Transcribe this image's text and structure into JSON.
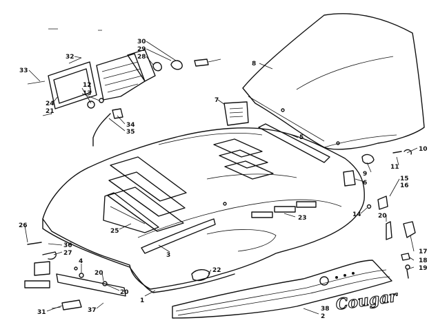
{
  "diagram": {
    "brand_decal_text": "Cougar",
    "callouts": [
      "1",
      "2",
      "3",
      "4",
      "5",
      "6",
      "7",
      "8",
      "9",
      "10",
      "11",
      "12",
      "13",
      "14",
      "15",
      "16",
      "17",
      "18",
      "19",
      "20",
      "21",
      "22",
      "23",
      "24",
      "25",
      "26",
      "27",
      "28",
      "29",
      "30",
      "31",
      "32",
      "33",
      "34",
      "35",
      "36",
      "37",
      "38"
    ]
  }
}
